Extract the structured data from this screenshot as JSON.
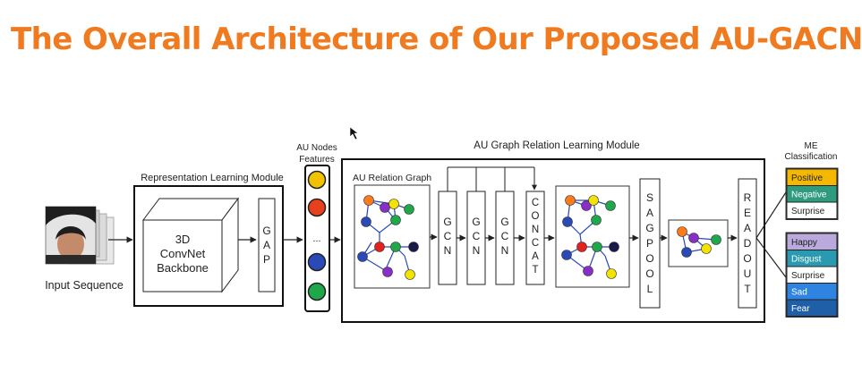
{
  "slide": {
    "title": "The Overall Architecture of Our Proposed AU-GACN"
  },
  "input": {
    "label": "Input Sequence"
  },
  "representation": {
    "module_label": "Representation Learning Module",
    "backbone_lines": [
      "3D",
      "ConvNet",
      "Backbone"
    ],
    "gap_letters": [
      "G",
      "A",
      "P"
    ]
  },
  "au_nodes": {
    "label_lines": [
      "AU Nodes",
      "Features"
    ],
    "ellipsis": "...",
    "node_colors": [
      "#f2c200",
      "#e8401c",
      "#2a4ab8",
      "#1fa84a"
    ]
  },
  "graph_module": {
    "module_label": "AU Graph Relation Learning Module",
    "relation_graph_label": "AU Relation Graph",
    "gcn_letters": [
      "G",
      "C",
      "N"
    ],
    "concat_letters": [
      "C",
      "O",
      "N",
      "C",
      "A",
      "T"
    ],
    "sagpool_letters": [
      "S",
      "A",
      "G",
      "P",
      "O",
      "O",
      "L"
    ],
    "readout_letters": [
      "R",
      "E",
      "A",
      "D",
      "O",
      "U",
      "T"
    ]
  },
  "classification": {
    "label_lines": [
      "ME",
      "Classification"
    ],
    "group1": [
      {
        "label": "Positive",
        "color": "#f5b800"
      },
      {
        "label": "Negative",
        "color": "#2e9b7e"
      },
      {
        "label": "Surprise",
        "color": "#ffffff"
      }
    ],
    "group2": [
      {
        "label": "Happy",
        "color": "#b9a9dc"
      },
      {
        "label": "Disgust",
        "color": "#2a9ab0"
      },
      {
        "label": "Surprise",
        "color": "#ffffff"
      },
      {
        "label": "Sad",
        "color": "#2e84e0"
      },
      {
        "label": "Fear",
        "color": "#1f5fa8"
      }
    ]
  }
}
